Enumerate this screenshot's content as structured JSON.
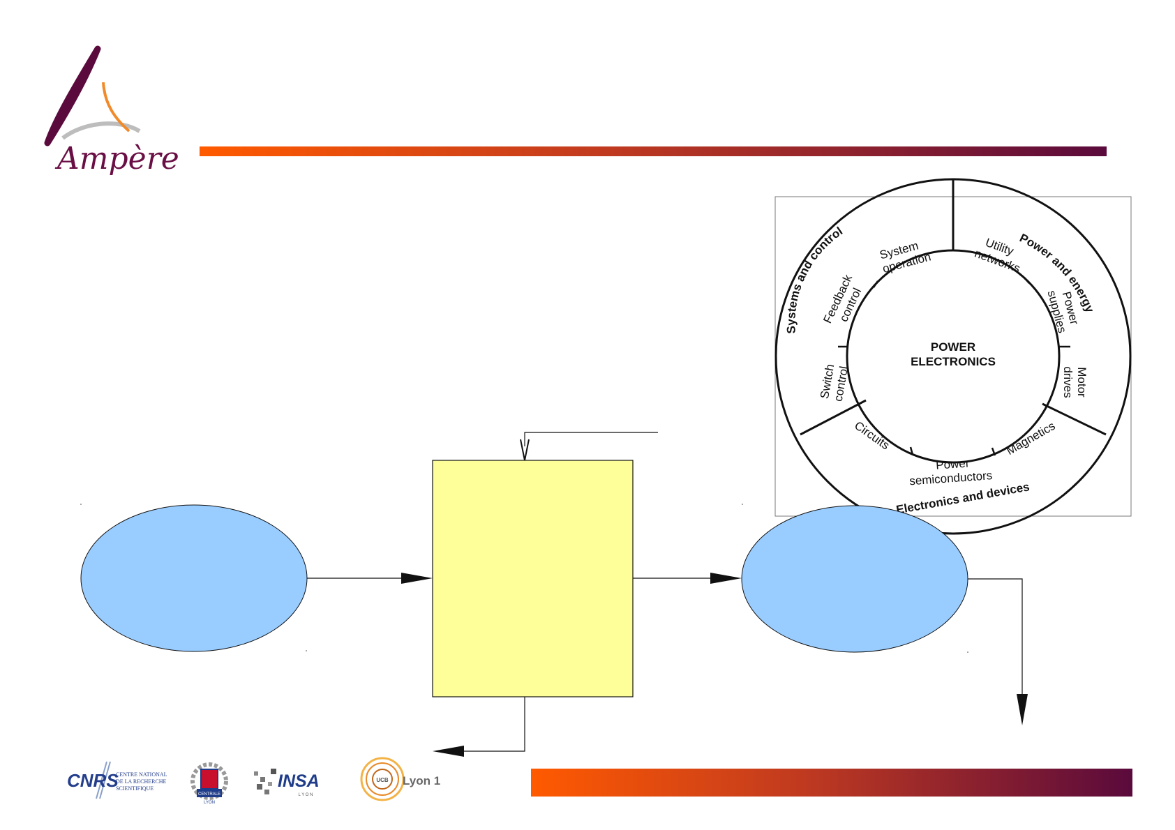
{
  "header": {
    "logo_text": "Ampère",
    "title_bar_colors": {
      "start": "#ff5a00",
      "end": "#5a0a3c"
    }
  },
  "power_electronics_wheel": {
    "center_lines": [
      "POWER",
      "ELECTRONICS"
    ],
    "sectors": {
      "systems_and_control": "Systems and control",
      "power_and_energy": "Power and energy",
      "electronics_and_devices": "Electronics and devices"
    },
    "items": {
      "system_operation": [
        "System",
        "operation"
      ],
      "utility_networks": [
        "Utility",
        "networks"
      ],
      "power_supplies": [
        "Power",
        "supplies"
      ],
      "motor_drives": [
        "Motor",
        "drives"
      ],
      "magnetics": "Magnetics",
      "power_semiconductors": [
        "Power",
        "semiconductors"
      ],
      "circuits": "Circuits",
      "switch_control": [
        "Switch",
        "control"
      ],
      "feedback_control": [
        "Feedback",
        "control"
      ]
    }
  },
  "flow_diagram": {
    "colors": {
      "ellipse_fill": "#99ccff",
      "box_fill": "#ffff99",
      "line": "#000000"
    }
  },
  "footer": {
    "cnrs_logo": "CNRS",
    "cnrs_lines": [
      "CENTRE NATIONAL",
      "DE LA RECHERCHE",
      "SCIENTIFIQUE"
    ],
    "centrale_logo": "CENTRALE",
    "centrale_sub": "LYON",
    "insa_logo": "INSA",
    "insa_sub": "L Y O N",
    "ucb_logo": "UCB",
    "lyon1_label": "Lyon 1"
  }
}
